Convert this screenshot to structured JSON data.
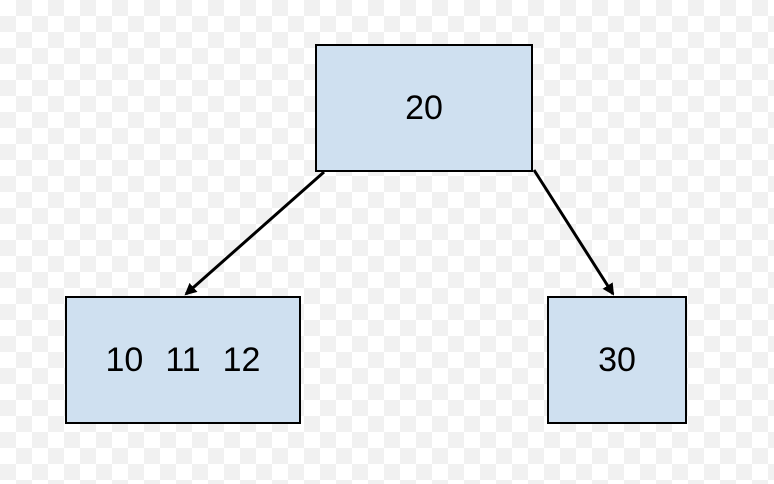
{
  "nodes": {
    "root": {
      "keys": [
        "20"
      ]
    },
    "left": {
      "keys": [
        "10",
        "11",
        "12"
      ]
    },
    "right": {
      "keys": [
        "30"
      ]
    }
  },
  "colors": {
    "node_fill": "#cfe0f0",
    "stroke": "#000000"
  }
}
